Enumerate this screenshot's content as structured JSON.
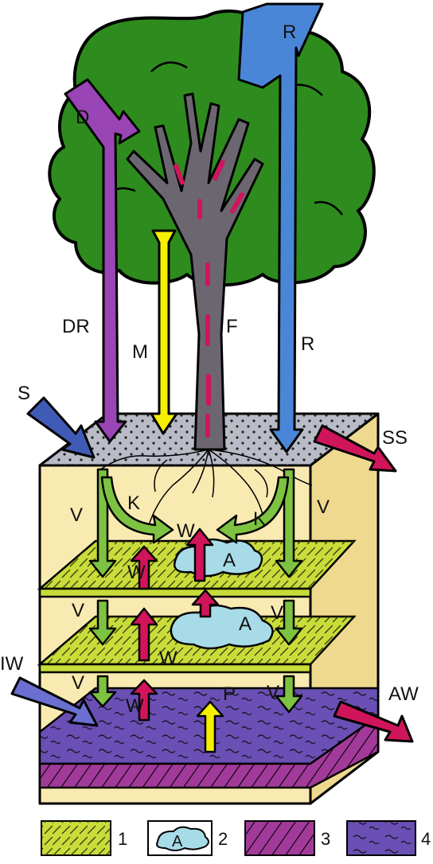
{
  "labels": {
    "R_top": "R",
    "D": "D",
    "DR": "DR",
    "M": "M",
    "F": "F",
    "R_mid": "R",
    "S": "S",
    "SS": "SS",
    "K_left": "K",
    "K_right": "K",
    "W_upper": "W",
    "W_left1": "W",
    "A_upper": "A",
    "V_left1": "V",
    "V_right1": "V",
    "V_left2": "V",
    "V_right2": "V",
    "A_lower": "A",
    "W_mid": "W",
    "IW": "IW",
    "V_left3": "V",
    "W_bottom": "W",
    "P": "P",
    "V_right3": "V",
    "AW": "AW"
  },
  "legend": [
    {
      "number": "1"
    },
    {
      "letter": "A",
      "number": "2"
    },
    {
      "number": "3"
    },
    {
      "number": "4"
    }
  ],
  "colors": {
    "canopy": "#2e8b1e",
    "trunk": "#6b6670",
    "rain": "#4a86d8",
    "drip": "#9a45b5",
    "yellow": "#f5f000",
    "soil": "#f9eab2",
    "layer": "#c8dc3a",
    "groundwater": "#6a4fb5",
    "bedrock": "#a23a9a",
    "upward": "#d0155a",
    "seep": "#7dc241",
    "lens": "#a8dbe8",
    "surface": "#b9bcc6"
  }
}
